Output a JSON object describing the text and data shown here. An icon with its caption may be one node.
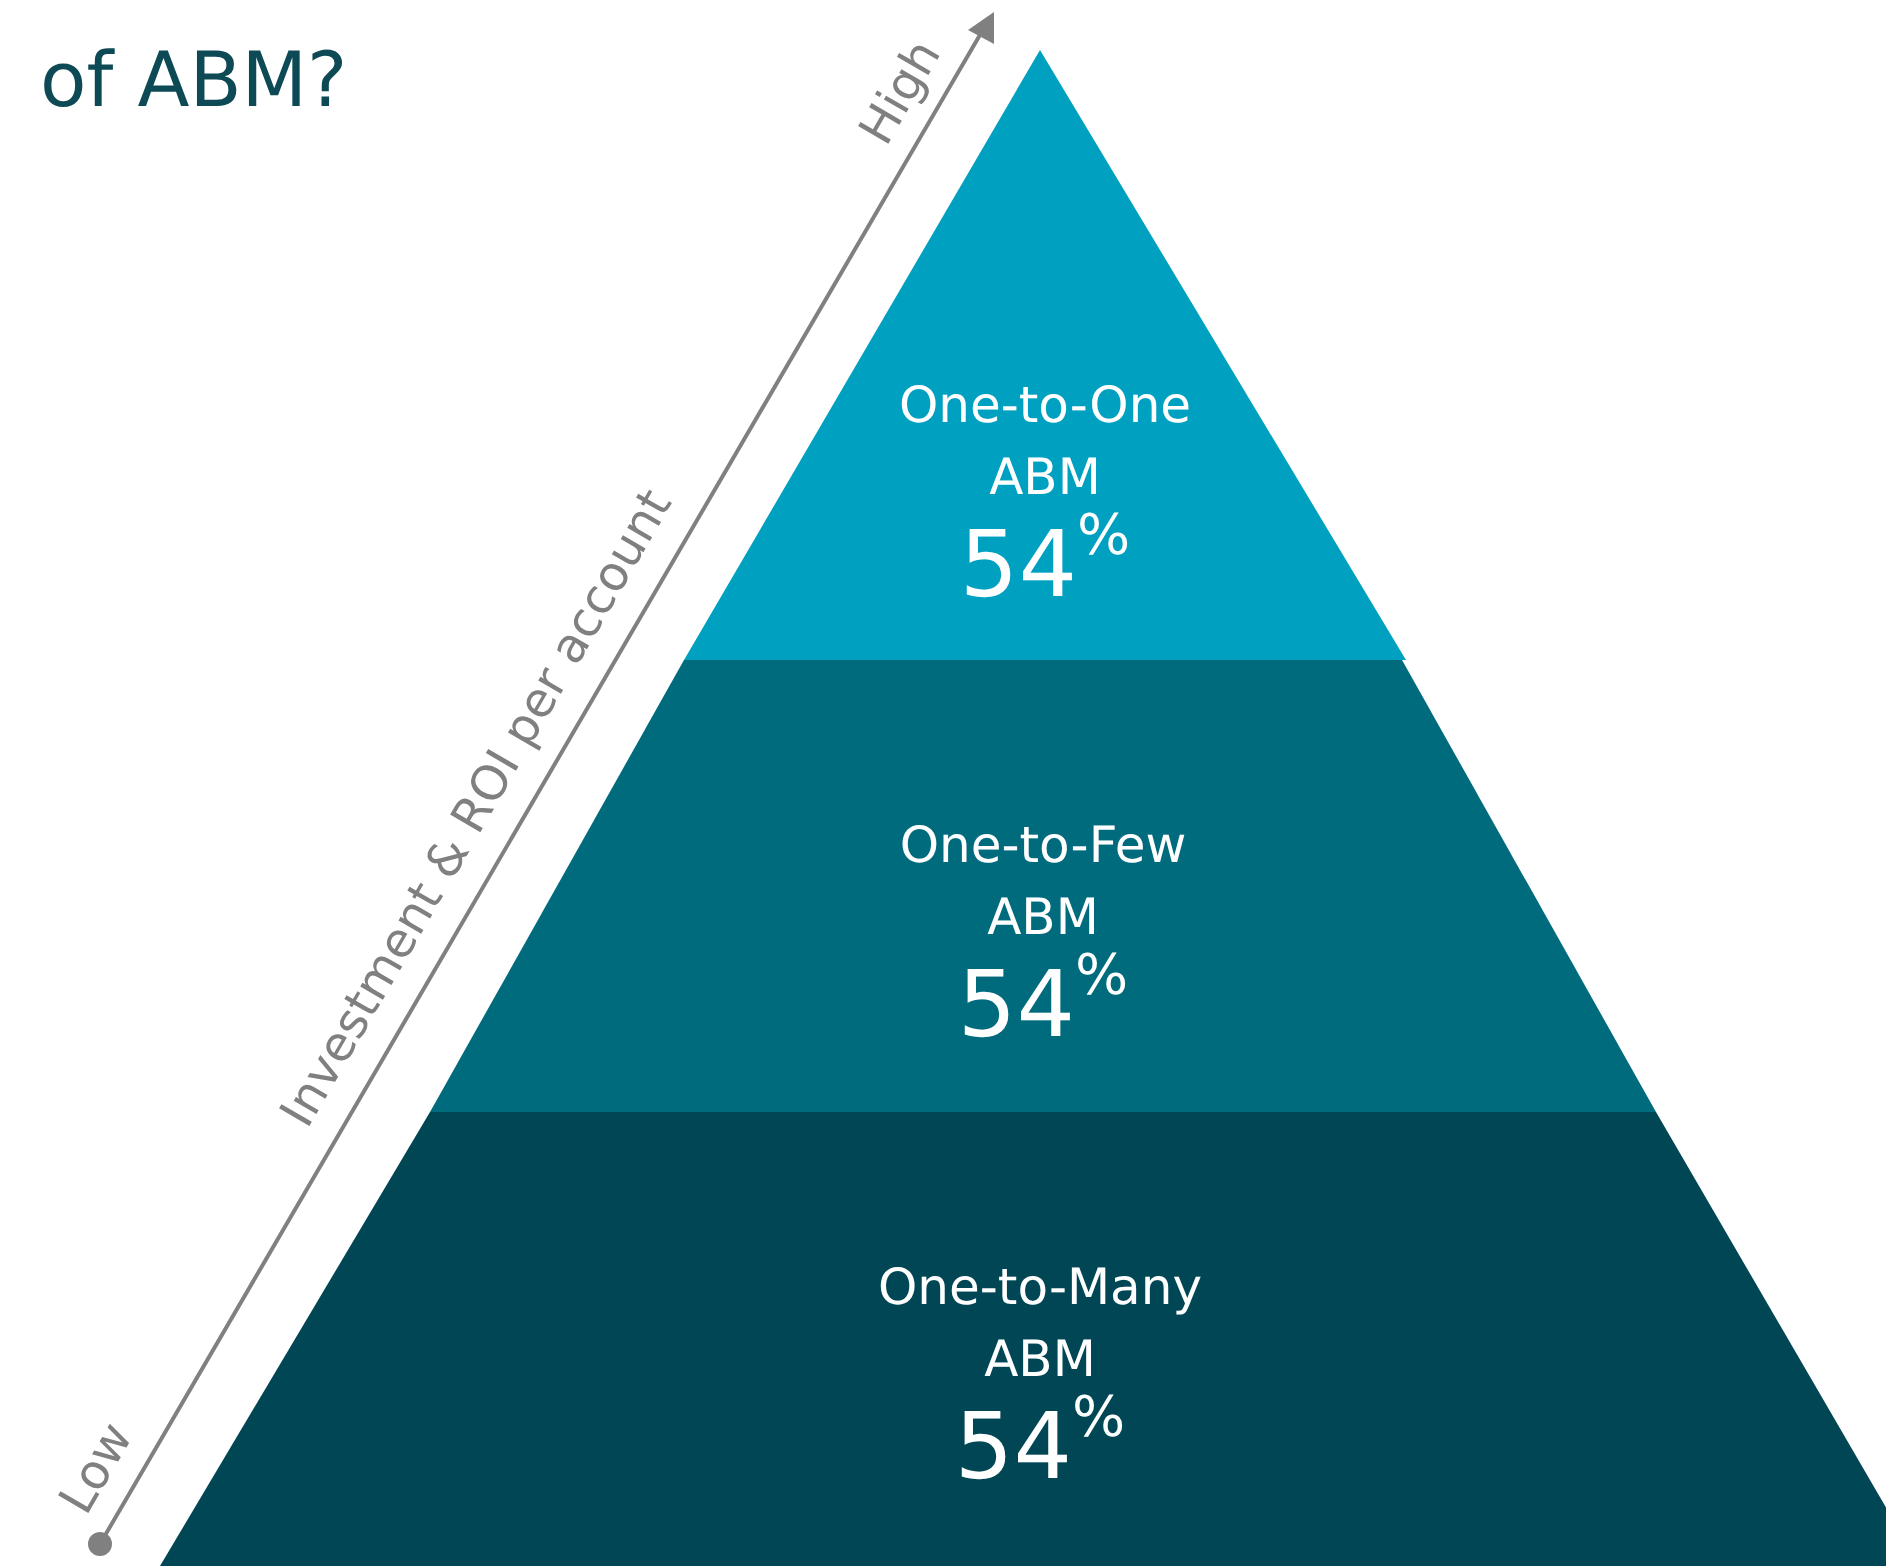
{
  "diagram": {
    "title": "of ABM?",
    "nodes": [
      {
        "text": [
          "One-to-One ABM",
          "54$^{%}$"
        ]
      },
      {
        "text": [
          "One-to-Few ABM",
          "54$^{%}$"
        ]
      },
      {
        "text": [
          "One-to-Many ABM",
          "54$^{%}$"
        ]
      }
    ],
    "labels": [
      "High",
      "Investment & ROI per account",
      "Low"
    ]
  }
}
